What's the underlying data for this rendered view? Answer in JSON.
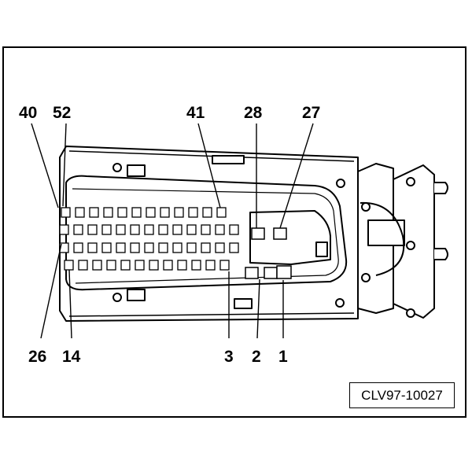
{
  "labels": {
    "p40": "40",
    "p52": "52",
    "p41": "41",
    "p28": "28",
    "p27": "27",
    "p26": "26",
    "p14": "14",
    "p3": "3",
    "p2": "2",
    "p1": "1"
  },
  "reference": "CLV97-10027",
  "colors": {
    "line": "#000000",
    "background": "#ffffff"
  }
}
